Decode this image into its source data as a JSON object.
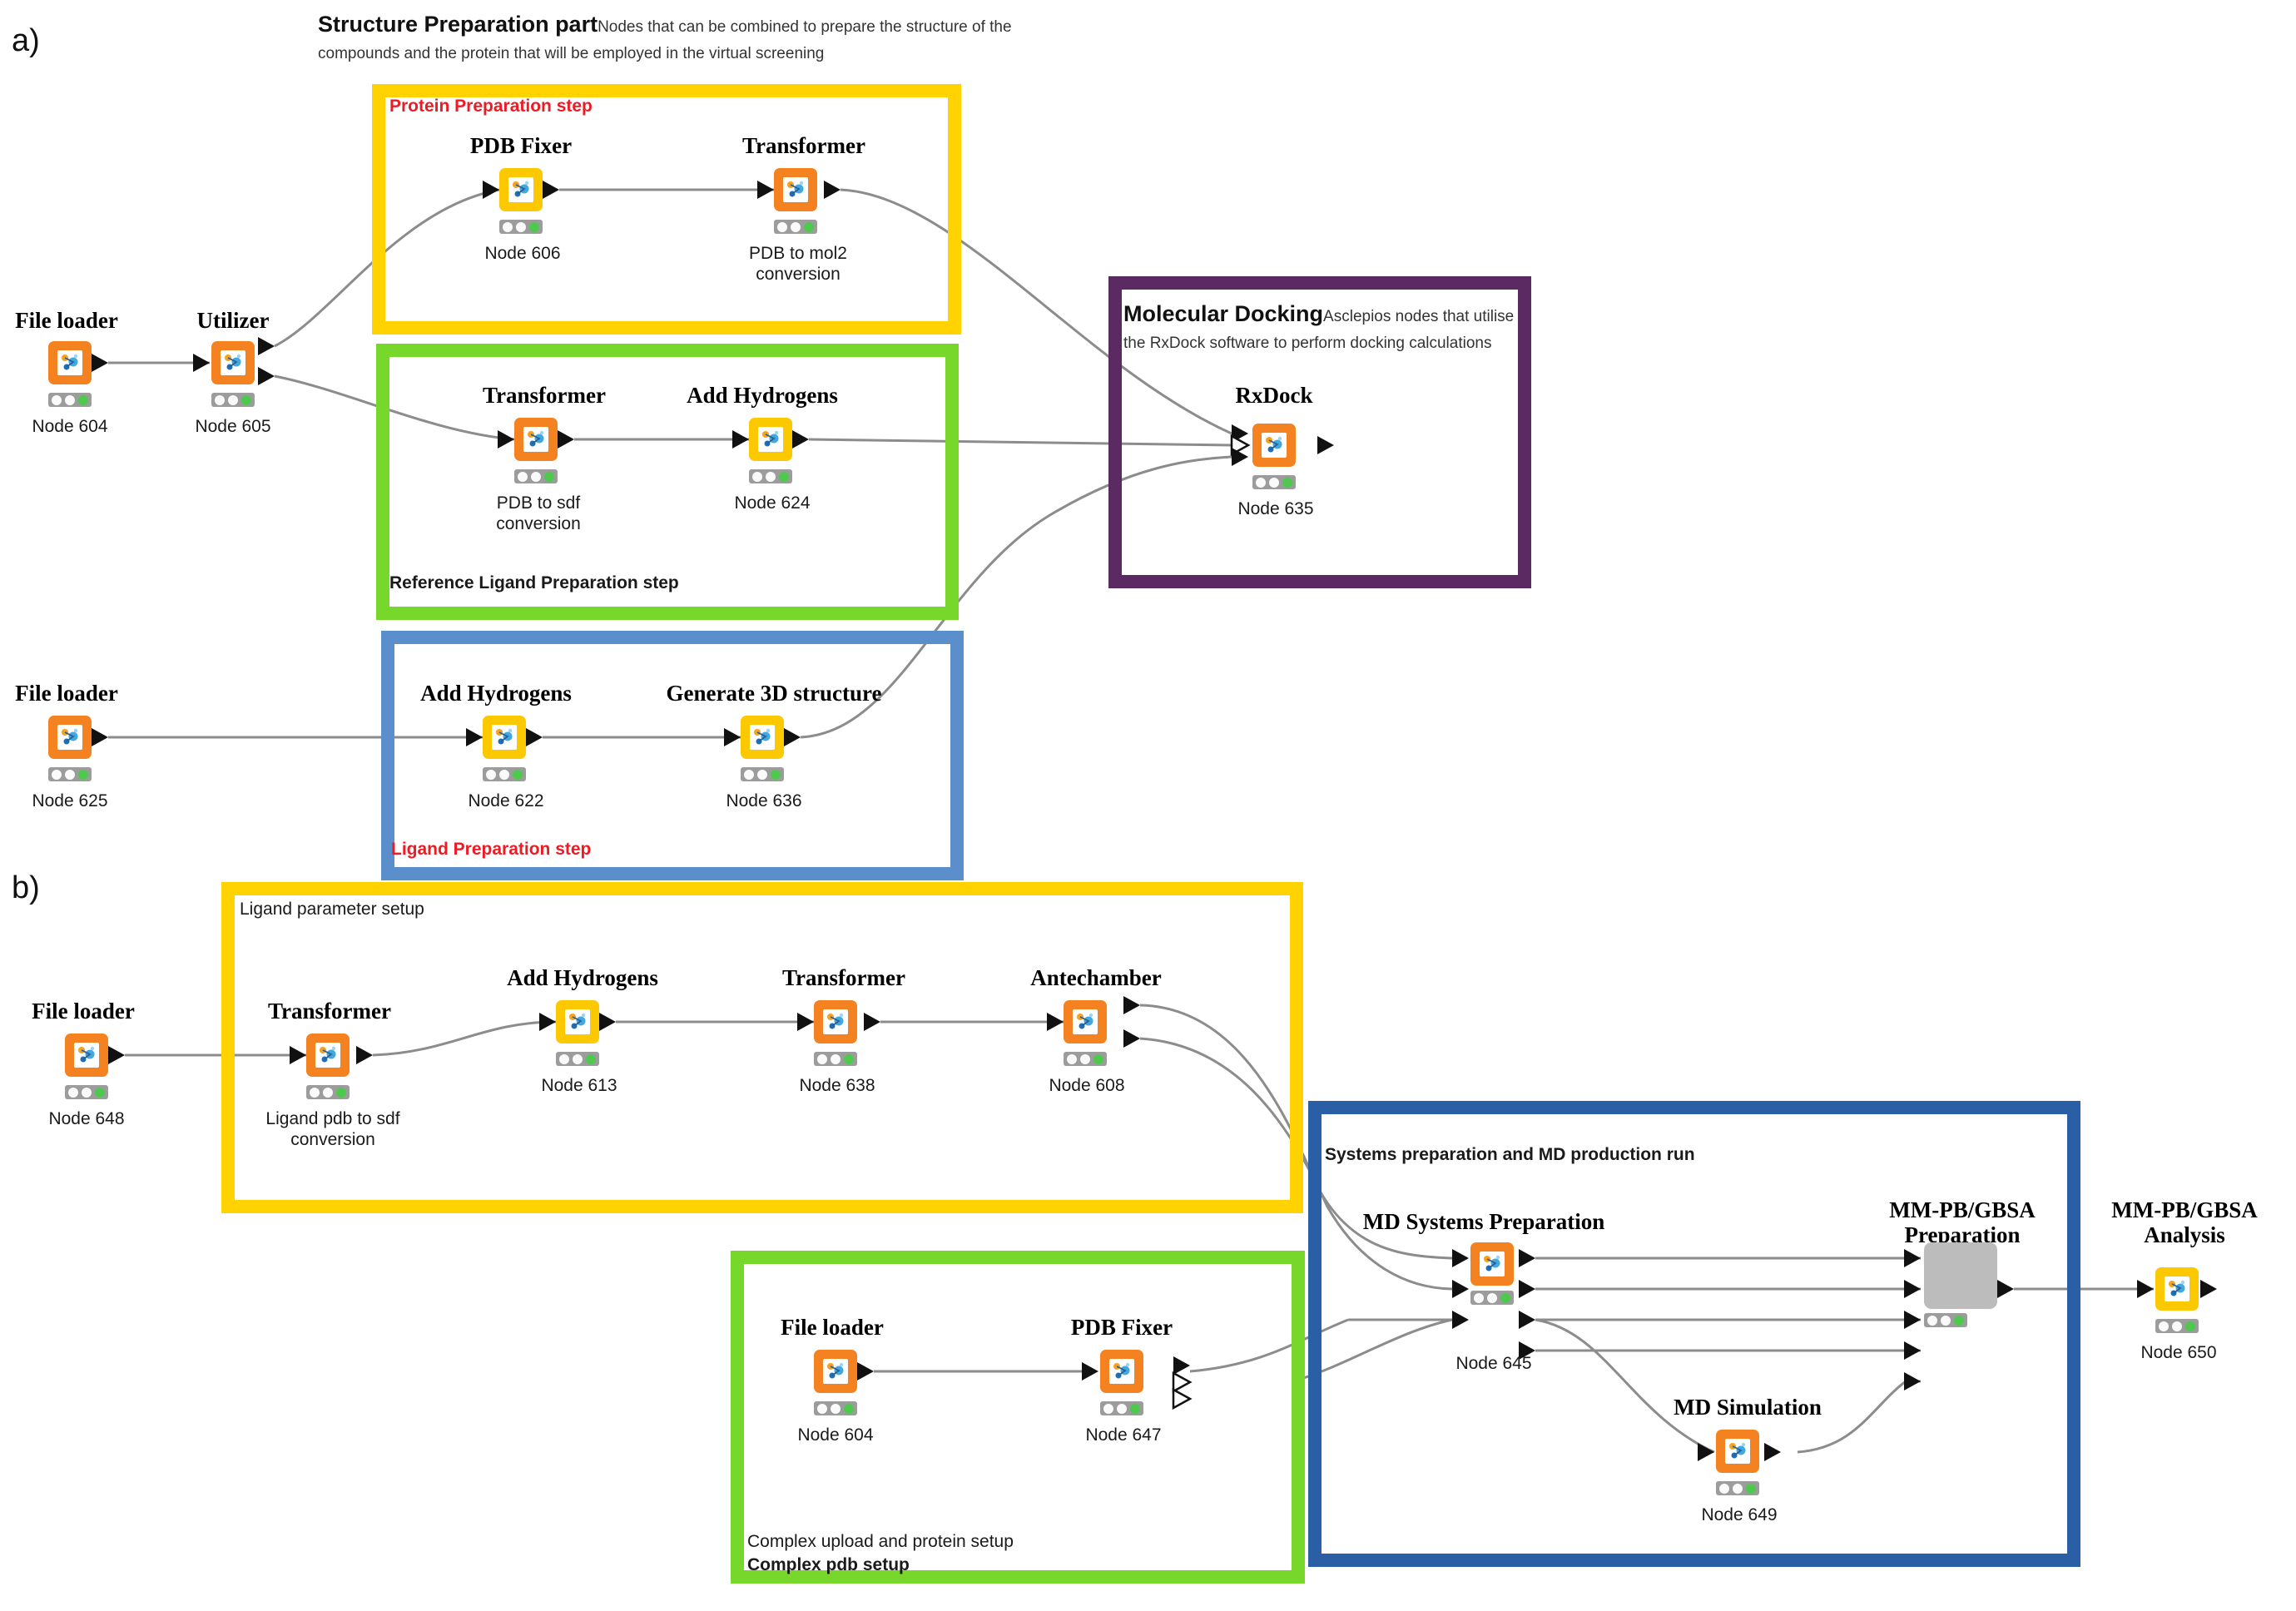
{
  "figure": {
    "panel_a_letter": "a)",
    "panel_b_letter": "b)"
  },
  "annotations": {
    "structure_prep": {
      "title": "Structure Preparation part",
      "description": "Nodes that can be combined to prepare the structure of the compounds and the protein that will be employed in the virtual screening"
    },
    "molecular_docking": {
      "title": "Molecular Docking",
      "description": "Asclepios nodes that utilise the RxDock software to perform docking calculations"
    },
    "protein_prep_step": "Protein Preparation step",
    "reference_ligand_prep_step": "Reference Ligand Preparation step",
    "ligand_prep_step": "Ligand Preparation step",
    "ligand_parameter_setup": "Ligand parameter setup",
    "systems_prep_md": "Systems preparation and MD production run",
    "complex_upload": "Complex upload and protein setup",
    "complex_pdb_setup": "Complex pdb setup"
  },
  "colors": {
    "yellow_box": "#FFD200",
    "green_box": "#77D72B",
    "blue_box": "#5B8FCB",
    "dark_blue_box": "#2A5FA5",
    "purple_box": "#5C2A63",
    "node_orange": "#F58220",
    "node_yellow": "#FCC800",
    "node_gray": "#BCBCBC",
    "status_green": "#4EC94E",
    "red_label": "#ED1C24",
    "wire": "#8C8C8C"
  },
  "panel_a": {
    "nodes": [
      {
        "id": "n604",
        "title": "File loader",
        "label": "Node 604",
        "color": "orange"
      },
      {
        "id": "n605",
        "title": "Utilizer",
        "label": "Node 605",
        "color": "orange"
      },
      {
        "id": "n606",
        "title": "PDB Fixer",
        "label": "Node 606",
        "color": "yellow"
      },
      {
        "id": "n606t",
        "title": "Transformer",
        "label": "PDB to mol2 conversion",
        "color": "orange"
      },
      {
        "id": "n623",
        "title": "Transformer",
        "label": "PDB to sdf conversion",
        "color": "orange"
      },
      {
        "id": "n624",
        "title": "Add Hydrogens",
        "label": "Node 624",
        "color": "yellow"
      },
      {
        "id": "n625",
        "title": "File loader",
        "label": "Node 625",
        "color": "orange"
      },
      {
        "id": "n622",
        "title": "Add Hydrogens",
        "label": "Node 622",
        "color": "yellow"
      },
      {
        "id": "n636",
        "title": "Generate 3D structure",
        "label": "Node 636",
        "color": "yellow"
      },
      {
        "id": "n635",
        "title": "RxDock",
        "label": "Node 635",
        "color": "orange"
      }
    ]
  },
  "panel_b": {
    "nodes": [
      {
        "id": "n648",
        "title": "File loader",
        "label": "Node 648",
        "color": "orange"
      },
      {
        "id": "n6xx",
        "title": "Transformer",
        "label": "Ligand pdb to sdf conversion",
        "color": "orange"
      },
      {
        "id": "n613",
        "title": "Add Hydrogens",
        "label": "Node 613",
        "color": "yellow"
      },
      {
        "id": "n638",
        "title": "Transformer",
        "label": "Node 638",
        "color": "orange"
      },
      {
        "id": "n608",
        "title": "Antechamber",
        "label": "Node 608",
        "color": "orange"
      },
      {
        "id": "n604b",
        "title": "File loader",
        "label": "Node 604",
        "color": "orange"
      },
      {
        "id": "n647",
        "title": "PDB Fixer",
        "label": "Node 647",
        "color": "orange"
      },
      {
        "id": "n645",
        "title": "MD Systems Preparation",
        "label": "Node 645",
        "color": "orange"
      },
      {
        "id": "n649",
        "title": "MD Simulation",
        "label": "Node 649",
        "color": "orange"
      },
      {
        "id": "nprep",
        "title": "MM-PB/GBSA Preparation",
        "label": "",
        "color": "gray"
      },
      {
        "id": "n650",
        "title": "MM-PB/GBSA Analysis",
        "label": "Node 650",
        "color": "yellow"
      }
    ]
  }
}
